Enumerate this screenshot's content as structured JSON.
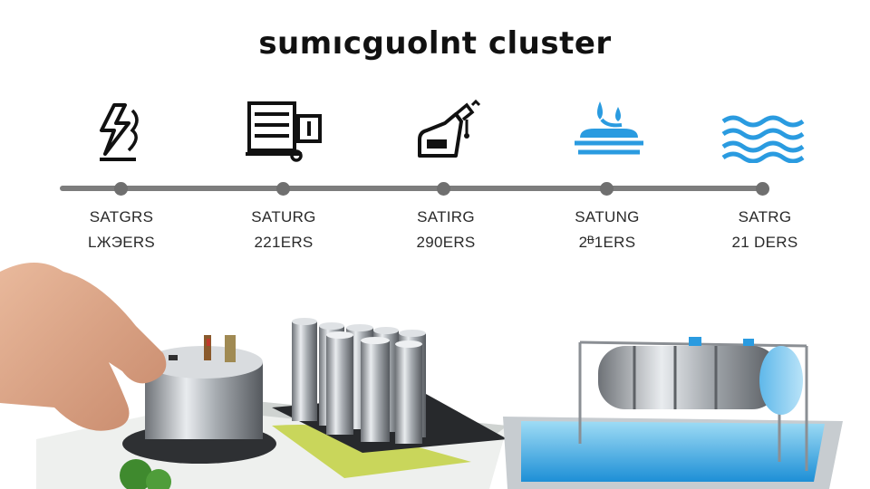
{
  "header": {
    "title": "sumıcguolnt cluster"
  },
  "steps": [
    {
      "icon": "lightning-bolt-icon",
      "line1": "SATGRS",
      "line2": "LЖЭERS"
    },
    {
      "icon": "rack-cart-icon",
      "line1": "SATURG",
      "line2": "221ERS"
    },
    {
      "icon": "tank-valve-icon",
      "line1": "SATIRG",
      "line2": "290ERS"
    },
    {
      "icon": "water-drop-pool-icon",
      "line1": "SATUNG",
      "line2": "2ᴯ1ERS"
    },
    {
      "icon": "water-waves-icon",
      "line1": "SATRG",
      "line2": "21 DERS"
    }
  ],
  "colors": {
    "accent": "#2a9be0",
    "timeline": "#7d7d7d",
    "icon": "#111111"
  }
}
